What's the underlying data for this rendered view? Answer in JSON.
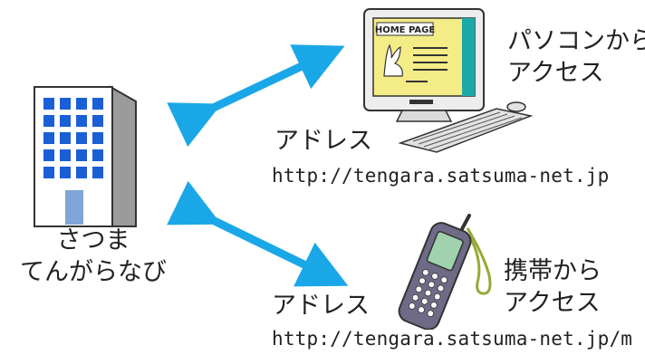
{
  "org": {
    "name_line1": "さつま",
    "name_line2": "てんがらなび",
    "icon": "office-building-icon"
  },
  "pc": {
    "screen_text": "HOME PAGE",
    "caption_line1": "パソコンから",
    "caption_line2": "アクセス",
    "address_label": "アドレス",
    "url": "http://tengara.satsuma-net.jp",
    "icon": "desktop-computer-icon"
  },
  "mobile": {
    "caption_line1": "携帯から",
    "caption_line2": "アクセス",
    "address_label": "アドレス",
    "url": "http://tengara.satsuma-net.jp/m",
    "icon": "mobile-phone-icon"
  },
  "colors": {
    "arrow": "#1aa7e8",
    "building_window": "#1b5fd6",
    "monitor_screen": "#f4ec86",
    "phone_body": "#6f6a86"
  }
}
